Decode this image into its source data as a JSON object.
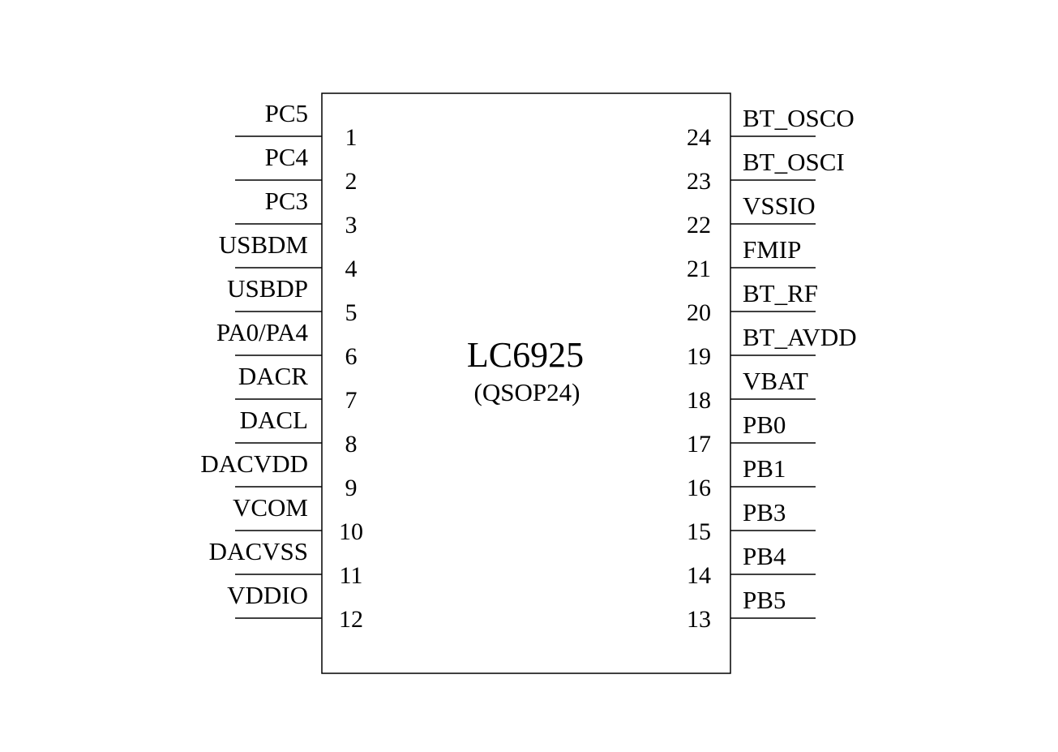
{
  "chip": {
    "name": "LC6925",
    "package": "(QSOP24)"
  },
  "left_pins": [
    {
      "number": "1",
      "name": "PC5"
    },
    {
      "number": "2",
      "name": "PC4"
    },
    {
      "number": "3",
      "name": "PC3"
    },
    {
      "number": "4",
      "name": "USBDM"
    },
    {
      "number": "5",
      "name": "USBDP"
    },
    {
      "number": "6",
      "name": "PA0/PA4"
    },
    {
      "number": "7",
      "name": "DACR"
    },
    {
      "number": "8",
      "name": "DACL"
    },
    {
      "number": "9",
      "name": "DACVDD"
    },
    {
      "number": "10",
      "name": "VCOM"
    },
    {
      "number": "11",
      "name": "DACVSS"
    },
    {
      "number": "12",
      "name": "VDDIO"
    }
  ],
  "right_pins": [
    {
      "number": "24",
      "name": "BT_OSCO"
    },
    {
      "number": "23",
      "name": "BT_OSCI"
    },
    {
      "number": "22",
      "name": "VSSIO"
    },
    {
      "number": "21",
      "name": "FMIP"
    },
    {
      "number": "20",
      "name": "BT_RF"
    },
    {
      "number": "19",
      "name": "BT_AVDD"
    },
    {
      "number": "18",
      "name": "VBAT"
    },
    {
      "number": "17",
      "name": "PB0"
    },
    {
      "number": "16",
      "name": "PB1"
    },
    {
      "number": "15",
      "name": "PB3"
    },
    {
      "number": "14",
      "name": "PB4"
    },
    {
      "number": "13",
      "name": "PB5"
    }
  ]
}
